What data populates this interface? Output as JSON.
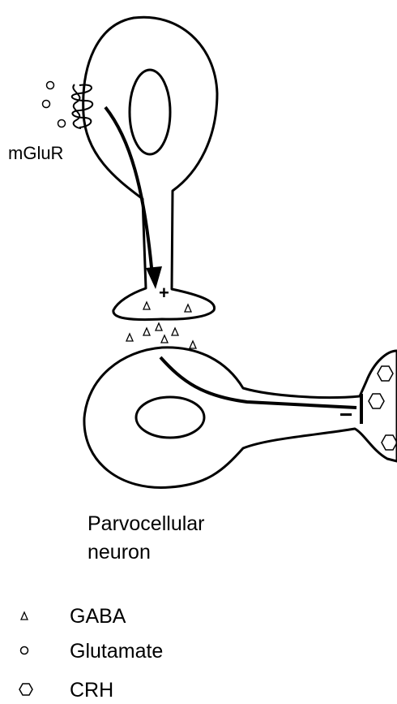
{
  "labels": {
    "receptor": "mGluR",
    "cell_line1": "Parvocellular",
    "cell_line2": "neuron",
    "plus_sign": "+",
    "minus_sign": "−"
  },
  "legend": [
    {
      "symbol": "triangle",
      "label": "GABA"
    },
    {
      "symbol": "circle",
      "label": "Glutamate"
    },
    {
      "symbol": "hexagon",
      "label": "CRH"
    }
  ],
  "colors": {
    "stroke": "#000000",
    "background": "#ffffff"
  }
}
